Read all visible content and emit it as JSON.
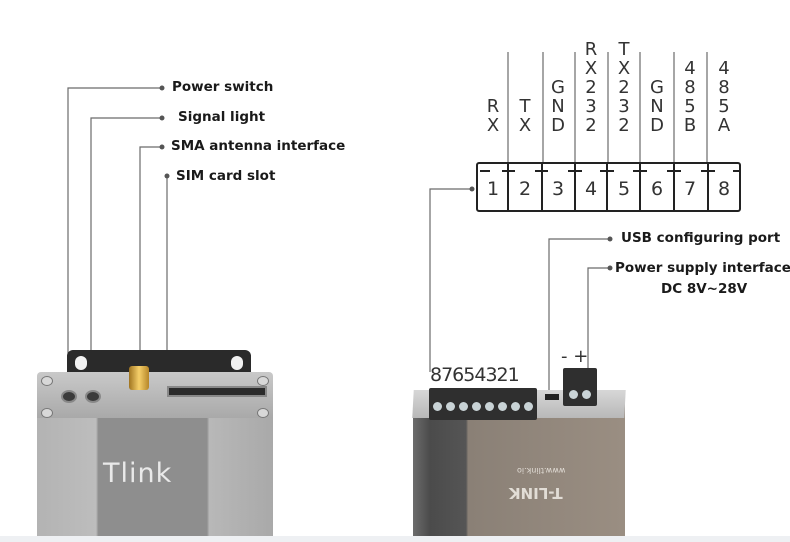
{
  "left_device": {
    "brand": "Tlink",
    "callouts": [
      {
        "id": "power-switch",
        "label": "Power switch"
      },
      {
        "id": "signal-light",
        "label": "Signal light"
      },
      {
        "id": "sma-antenna",
        "label": "SMA antenna interface"
      },
      {
        "id": "sim-card-slot",
        "label": "SIM card slot"
      }
    ]
  },
  "right_device": {
    "brand": "T-LINK",
    "url": "www.tlink.io",
    "terminal_numbers": "87654321",
    "power_polarity": "- +",
    "pin_labels": [
      "RX",
      "TX",
      "GND",
      "RX232",
      "TX232",
      "GND",
      "485B",
      "485A"
    ],
    "pin_numbers": [
      "1",
      "2",
      "3",
      "4",
      "5",
      "6",
      "7",
      "8"
    ],
    "callouts": [
      {
        "id": "usb-port",
        "label": "USB configuring port"
      },
      {
        "id": "power-supply",
        "label": "Power supply interface",
        "sublabel": "DC 8V~28V"
      }
    ]
  },
  "colors": {
    "line": "#6b6b6b",
    "text": "#1a1a1a",
    "sma_gold": "#d9a93a"
  }
}
